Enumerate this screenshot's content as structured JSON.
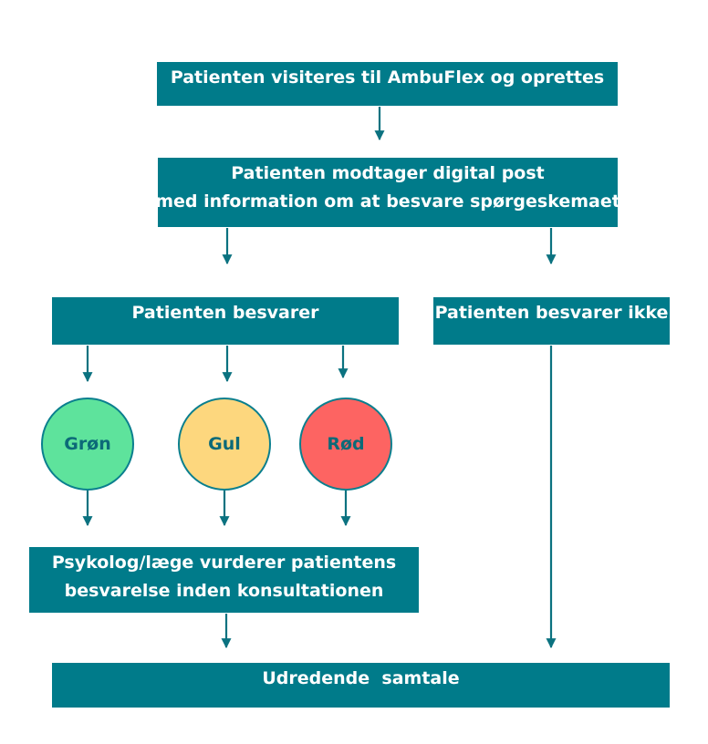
{
  "colors": {
    "box": "#007b8a",
    "arrow": "#0b7280",
    "green": "#5ee39c",
    "yellow": "#fdd77e",
    "red": "#fd6462"
  },
  "boxes": {
    "visit": {
      "line1": "Patienten visiteres til AmbuFlex og oprettes"
    },
    "post": {
      "line1": "Patienten modtager digital post",
      "line2": "med information om at besvare spørgeskemaet"
    },
    "answers": {
      "line1": "Patienten besvarer"
    },
    "no_answer": {
      "line1": "Patienten besvarer ikke"
    },
    "assess": {
      "line1": "Psykolog/læge vurderer patientens",
      "line2": "besvarelse inden konsultationen"
    },
    "interview": {
      "line1": "Udredende  samtale"
    }
  },
  "circles": {
    "green": "Grøn",
    "yellow": "Gul",
    "red": "Rød"
  }
}
